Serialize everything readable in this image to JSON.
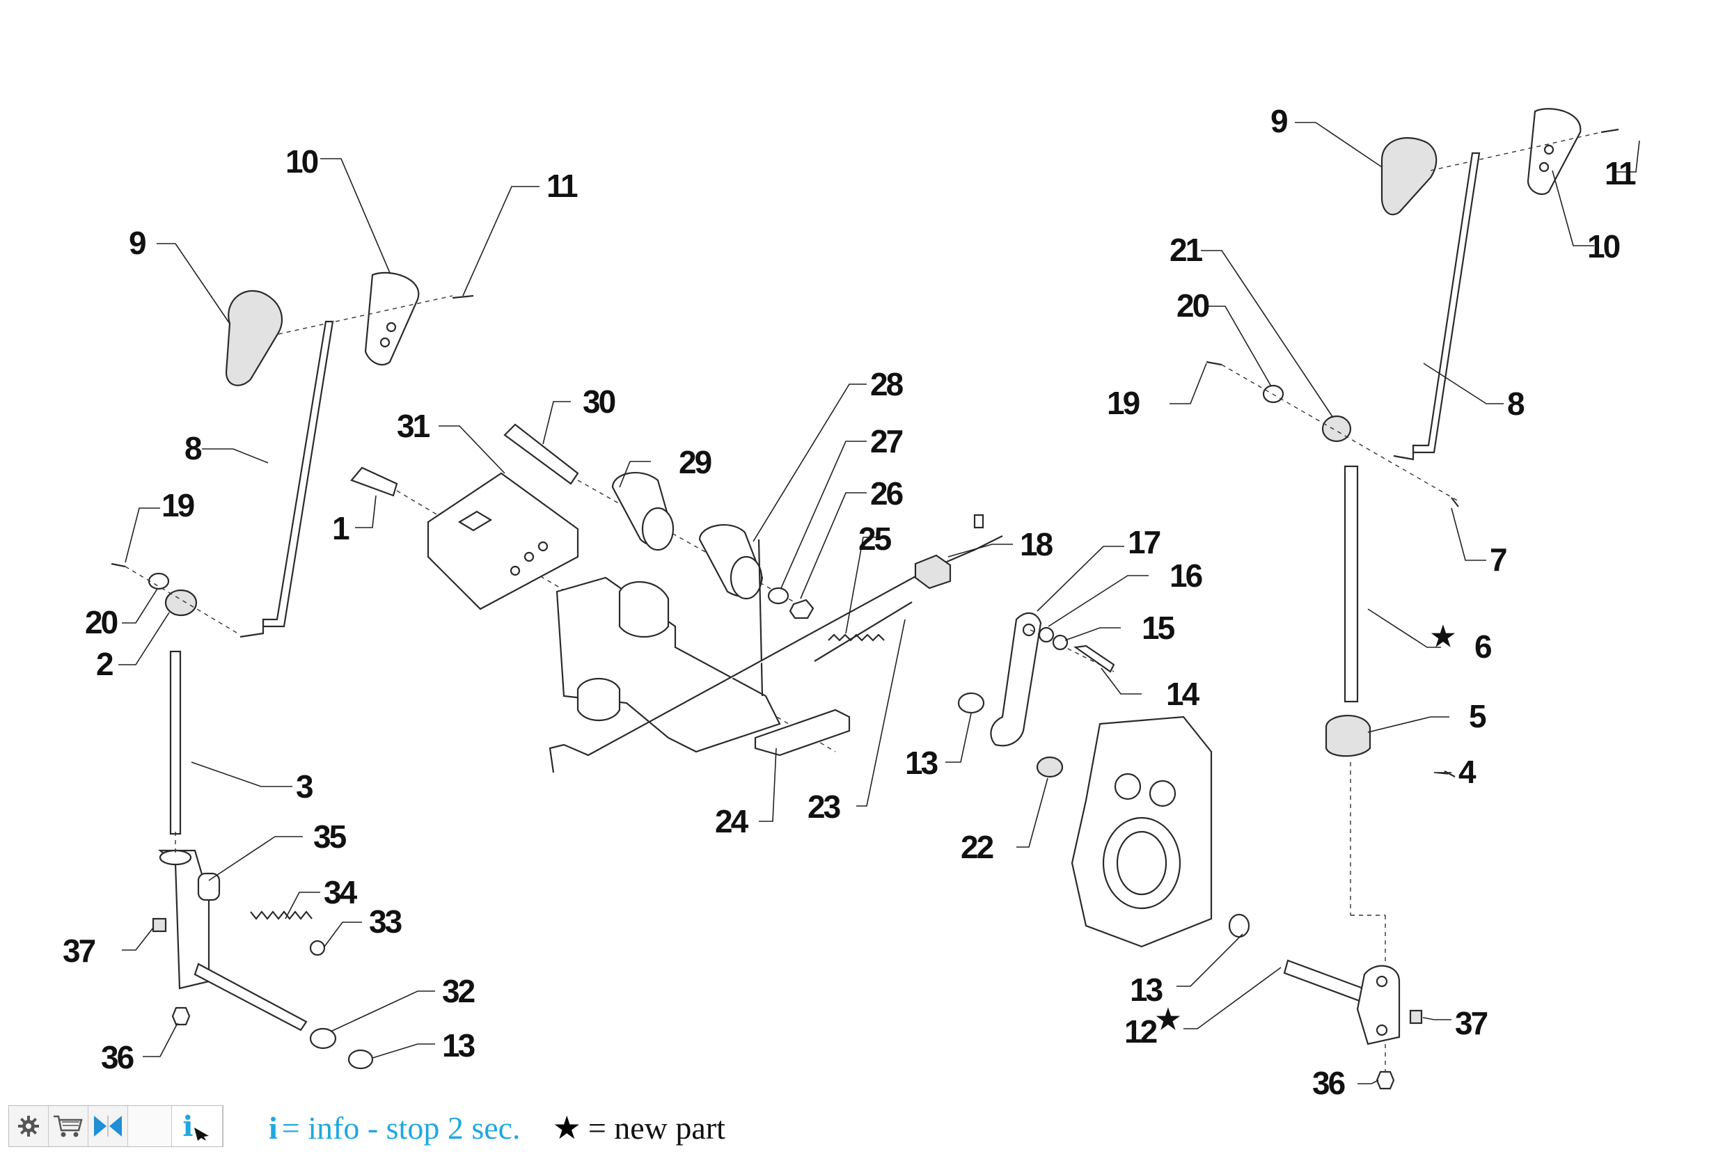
{
  "labels": {
    "left_9": "9",
    "left_10": "10",
    "left_11": "11",
    "left_8": "8",
    "left_19": "19",
    "left_20": "20",
    "left_2": "2",
    "left_3": "3",
    "left_35": "35",
    "left_34": "34",
    "left_33": "33",
    "left_37": "37",
    "left_36": "36",
    "left_32": "32",
    "left_13": "13",
    "c_1": "1",
    "c_31": "31",
    "c_30": "30",
    "c_29": "29",
    "c_28": "28",
    "c_27": "27",
    "c_26": "26",
    "c_25": "25",
    "c_18": "18",
    "c_17": "17",
    "c_16": "16",
    "c_15": "15",
    "c_14": "14",
    "c_13": "13",
    "c_22": "22",
    "c_23": "23",
    "c_24": "24",
    "r_9": "9",
    "r_11": "11",
    "r_10": "10",
    "r_21": "21",
    "r_20": "20",
    "r_19": "19",
    "r_8": "8",
    "r_7": "7",
    "r_6": "6",
    "r_5": "5",
    "r_4": "4",
    "r_13": "13",
    "r_12": "12",
    "r_37": "37",
    "r_36": "36"
  },
  "stars": {
    "r_6": "★",
    "r_12": "★"
  },
  "toolbar": {
    "settings_icon": "gear-icon",
    "cart_icon": "cart-icon",
    "nav_icon": "bowtie-nav-icon",
    "info_label": "i"
  },
  "legend": {
    "info_symbol": "i",
    "info_text": "= info - stop 2 sec.",
    "star_symbol": "★",
    "star_text": "= new part"
  },
  "colors": {
    "accent": "#1fa7e0",
    "line": "#222222"
  }
}
